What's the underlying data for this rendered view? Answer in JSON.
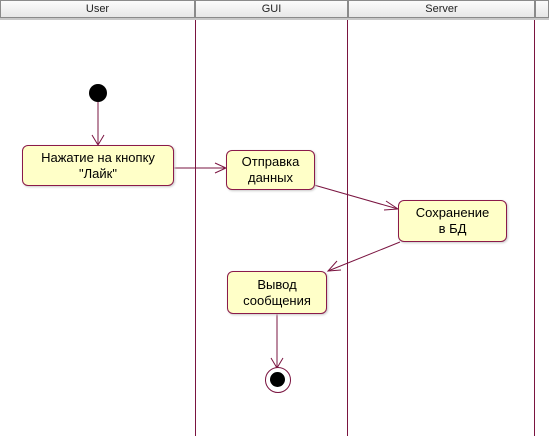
{
  "swimlanes": [
    {
      "label": "User"
    },
    {
      "label": "GUI"
    },
    {
      "label": "Server"
    }
  ],
  "activities": [
    {
      "text": "Нажатие на кнопку\n\"Лайк\""
    },
    {
      "text": "Отправка\nданных"
    },
    {
      "text": "Сохранение\nв БД"
    },
    {
      "text": "Вывод\nсообщения"
    }
  ],
  "colors": {
    "activity_fill": "#ffffc8",
    "activity_border": "#8b1a4a",
    "flow_line": "#7a1440",
    "lane_line": "#7a1440",
    "initial_node": "#000000"
  }
}
